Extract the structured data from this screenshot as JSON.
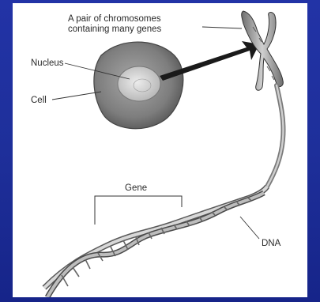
{
  "labels": {
    "chromosomes_line1": "A pair of chromosomes",
    "chromosomes_line2": "containing many genes",
    "nucleus": "Nucleus",
    "cell": "Cell",
    "gene": "Gene",
    "dna": "DNA"
  },
  "colors": {
    "background": "#1f2f9e",
    "panel": "#ffffff",
    "cell_fill": "#8a8a8a",
    "nucleus_fill": "#cfcfcf"
  }
}
